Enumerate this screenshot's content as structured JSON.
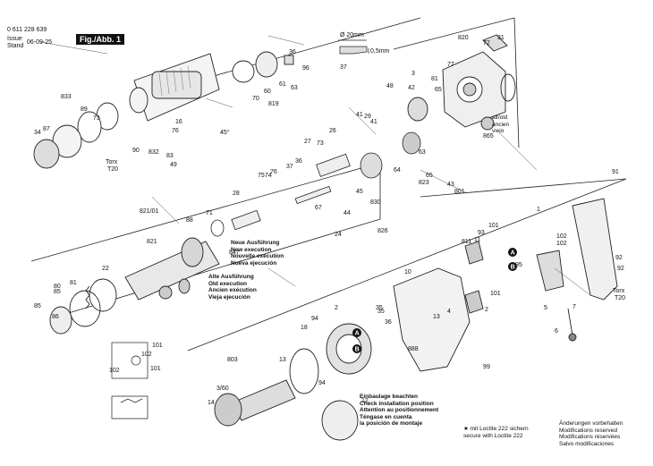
{
  "header": {
    "part_number": "0 611 228 639",
    "issue_label": "Issue",
    "issue_date": "06-09-25",
    "stand_label": "Stand",
    "figure": "Fig./Abb. 1"
  },
  "dimension": {
    "diameter": "Ø 20mm",
    "gap": "0,5mm",
    "ref": "37"
  },
  "torx": {
    "label": "Torx",
    "size": "T20"
  },
  "angle": "45°",
  "alt_old": [
    "alt/old",
    "ancien",
    "viejo"
  ],
  "new_execution": [
    "Neue Ausführung",
    "New execution",
    "Nouvelle exécution",
    "Nueva ejecución"
  ],
  "old_execution": [
    "Alte Ausführung",
    "Old execution",
    "Ancien exécution",
    "Vieja ejecución"
  ],
  "mounting_note": [
    "Einbaulage beachten",
    "Check installation position",
    "Attention au positionnement",
    "Téngase en cuenta",
    "la posición de montaje"
  ],
  "loctite_note": [
    "★ mit Loctite 222 sichern",
    "secure with Loctite 222"
  ],
  "changes_note": [
    "Änderungen vorbehalten",
    "Modifications reserved",
    "Modifications réservées",
    "Salvo modificaciones"
  ],
  "circle_letters": [
    "A",
    "B",
    "A",
    "B"
  ],
  "part_labels": [
    "820",
    "72",
    "31",
    "36",
    "96",
    "61",
    "63",
    "60",
    "70",
    "819",
    "833",
    "89",
    "73",
    "34",
    "87",
    "90",
    "16",
    "76",
    "832",
    "83",
    "49",
    "48",
    "42",
    "81",
    "65",
    "77",
    "3",
    "41",
    "29",
    "41",
    "26",
    "27",
    "73",
    "36",
    "37",
    "75",
    "74",
    "76",
    "45",
    "865",
    "64",
    "63",
    "65",
    "43",
    "823",
    "28",
    "71",
    "88",
    "821/01",
    "821",
    "67",
    "44",
    "830",
    "24",
    "826",
    "801",
    "91",
    "11",
    "22",
    "847",
    "81",
    "80",
    "85",
    "85",
    "86",
    "35",
    "36",
    "101",
    "93",
    "811",
    "102",
    "102",
    "95",
    "92",
    "7",
    "5",
    "6",
    "1",
    "18",
    "94",
    "2",
    "35",
    "803",
    "101",
    "102",
    "101",
    "102",
    "13",
    "3/60",
    "14",
    "9",
    "888",
    "94",
    "9",
    "10",
    "4",
    "2",
    "13",
    "12",
    "101",
    "92"
  ]
}
